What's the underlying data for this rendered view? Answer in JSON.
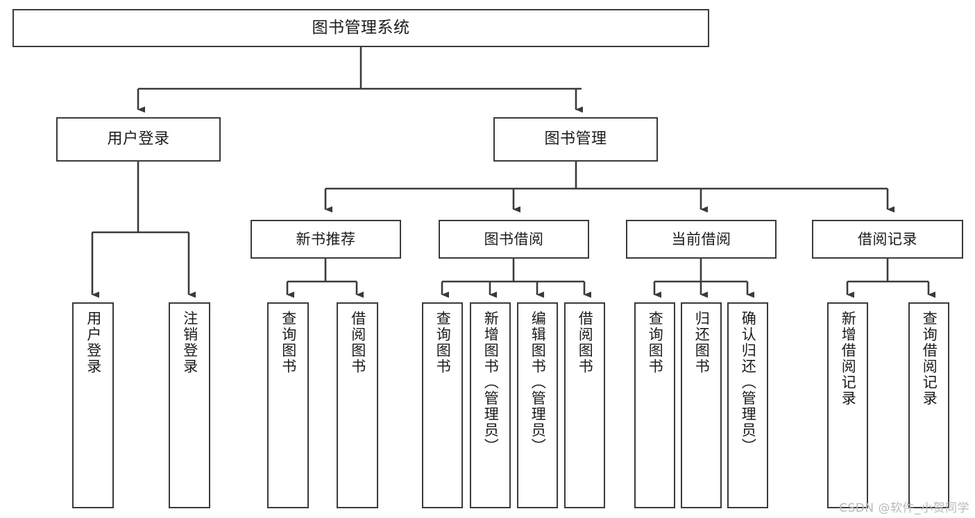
{
  "diagram": {
    "type": "tree",
    "title": "图书管理系统",
    "watermark": "CSDN @软件_小贺同学",
    "colors": {
      "box_border": "#3a3a3a",
      "box_fill": "#ffffff",
      "connector": "#3a3a3a",
      "text": "#1b1b1b",
      "watermark": "#b9b9b9"
    },
    "nodes": {
      "root": {
        "label": "图书管理系统"
      },
      "level2": [
        {
          "id": "user-login",
          "label": "用户登录"
        },
        {
          "id": "book-management",
          "label": "图书管理"
        }
      ],
      "level3": [
        {
          "id": "new-book-recommend",
          "label": "新书推荐"
        },
        {
          "id": "book-borrow",
          "label": "图书借阅"
        },
        {
          "id": "current-borrow",
          "label": "当前借阅"
        },
        {
          "id": "borrow-record",
          "label": "借阅记录"
        }
      ],
      "leaves": {
        "user_login": [
          {
            "id": "leaf-user-login",
            "label": "用户登录"
          },
          {
            "id": "leaf-logout-login",
            "label": "注销登录"
          }
        ],
        "new_book_recommend": [
          {
            "id": "leaf-query-book-1",
            "label": "查询图书"
          },
          {
            "id": "leaf-borrow-book-1",
            "label": "借阅图书"
          }
        ],
        "book_borrow": [
          {
            "id": "leaf-query-book-2",
            "label": "查询图书"
          },
          {
            "id": "leaf-add-book",
            "label": "新增图书（管理员）"
          },
          {
            "id": "leaf-edit-book",
            "label": "编辑图书（管理员）"
          },
          {
            "id": "leaf-borrow-book-2",
            "label": "借阅图书"
          }
        ],
        "current_borrow": [
          {
            "id": "leaf-query-book-3",
            "label": "查询图书"
          },
          {
            "id": "leaf-return-book",
            "label": "归还图书"
          },
          {
            "id": "leaf-confirm-return",
            "label": "确认归还（管理员）"
          }
        ],
        "borrow_record": [
          {
            "id": "leaf-add-record",
            "label": "新增借阅记录"
          },
          {
            "id": "leaf-query-record",
            "label": "查询借阅记录"
          }
        ]
      }
    }
  }
}
